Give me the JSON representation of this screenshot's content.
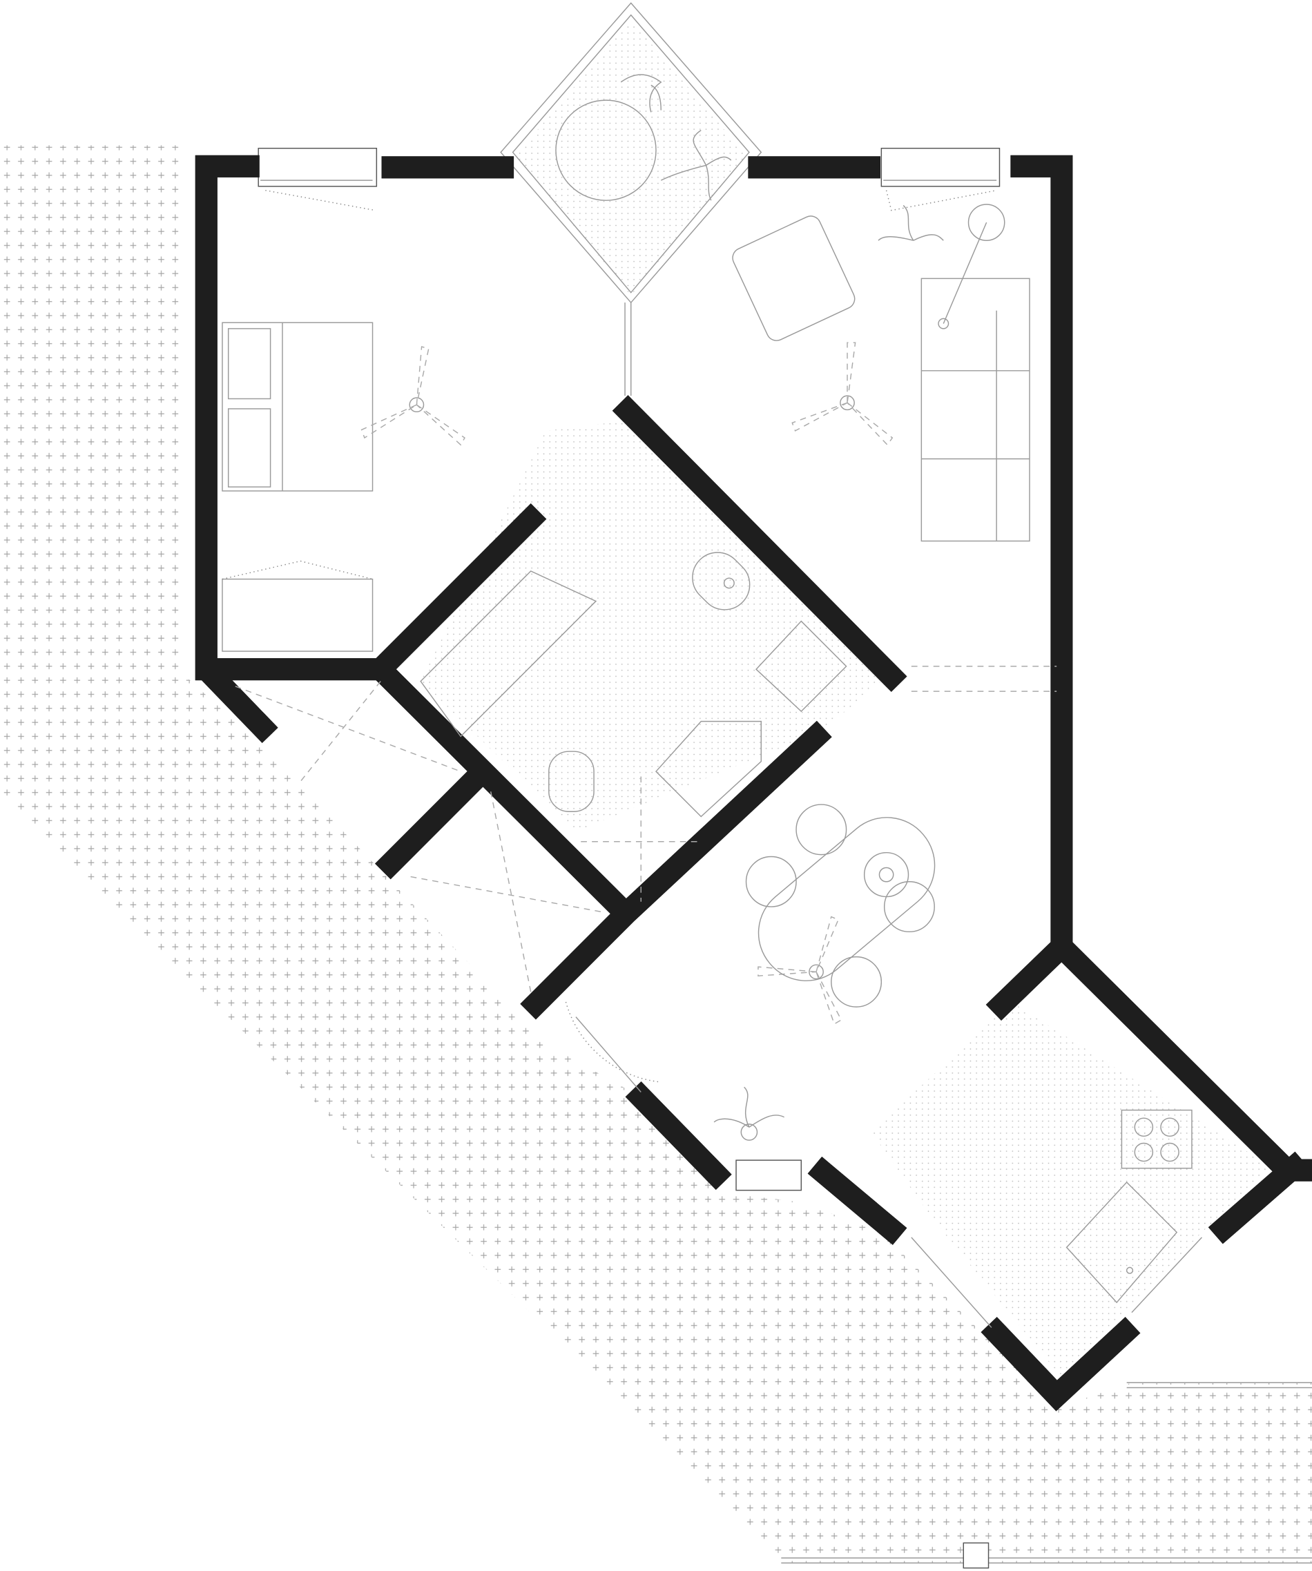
{
  "drawing": {
    "type": "floor-plan",
    "colors": {
      "wall": "#1e1e1e",
      "furniture": "#9a9a9a",
      "hatch": "#9a9a9a",
      "background": "#ffffff"
    },
    "rooms": [
      "bedroom",
      "living-room",
      "bay-window",
      "bathroom",
      "entry",
      "closet",
      "dining",
      "kitchen"
    ]
  }
}
